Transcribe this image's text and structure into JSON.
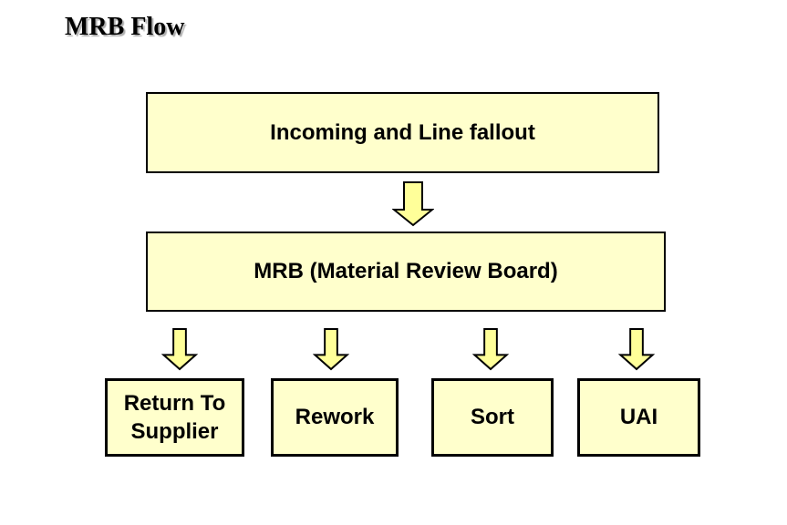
{
  "page": {
    "title": "MRB Flow"
  },
  "colors": {
    "background": "#ffffff",
    "box_fill": "#ffffcc",
    "box_border": "#000000",
    "arrow_fill": "#ffff99",
    "arrow_outline": "#000000",
    "text": "#000000"
  },
  "icons": {
    "down_arrow": "block-arrow-down"
  },
  "flow": {
    "top_box_label": "Incoming and Line fallout",
    "middle_box_label": "MRB (Material Review Board)",
    "bottom_boxes": [
      "Return To Supplier",
      "Rework",
      "Sort",
      "UAI"
    ]
  }
}
